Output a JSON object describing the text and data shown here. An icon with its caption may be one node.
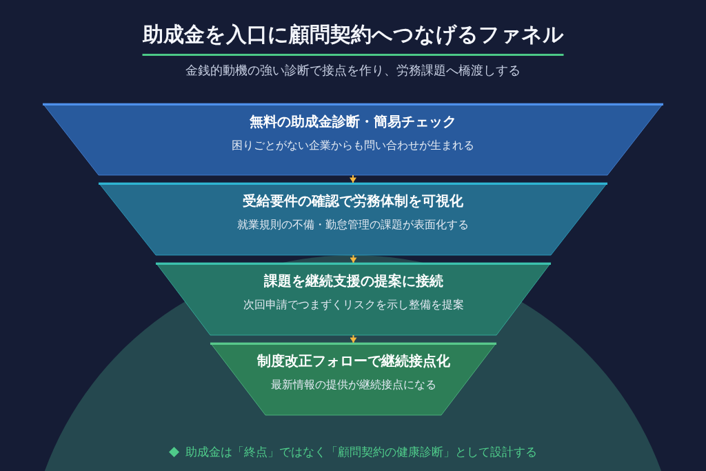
{
  "diagram": {
    "title": "助成金を入口に顧問契約へつなげるファネル",
    "nodes": [
      {
        "text": [
          "無料の助成金診断・簡易チェック",
          "困りごとがない企業からも問い合わせが生まれる"
        ]
      },
      {
        "text": [
          "受給要件の確認で労務体制を可視化",
          "就業規則の不備・勤怠管理の課題が表面化する"
        ]
      },
      {
        "text": [
          "課題を継続支援の提案に接続",
          "次回申請でつまずくリスクを示し整備を提案"
        ]
      },
      {
        "text": [
          "制度改正フォローで継続接点化",
          "最新情報の提供が継続接点になる"
        ]
      }
    ],
    "edges": [
      {
        "from": 0,
        "to": 1,
        "arrow": "to"
      },
      {
        "from": 1,
        "to": 2,
        "arrow": "to"
      },
      {
        "from": 2,
        "to": 3,
        "arrow": "to"
      }
    ],
    "labels": [
      "金銭的動機の強い診断で接点を作り、労務課題へ橋渡しする",
      "助成金は「終点」ではなく「顧問契約の健康診断」として設計する"
    ]
  }
}
